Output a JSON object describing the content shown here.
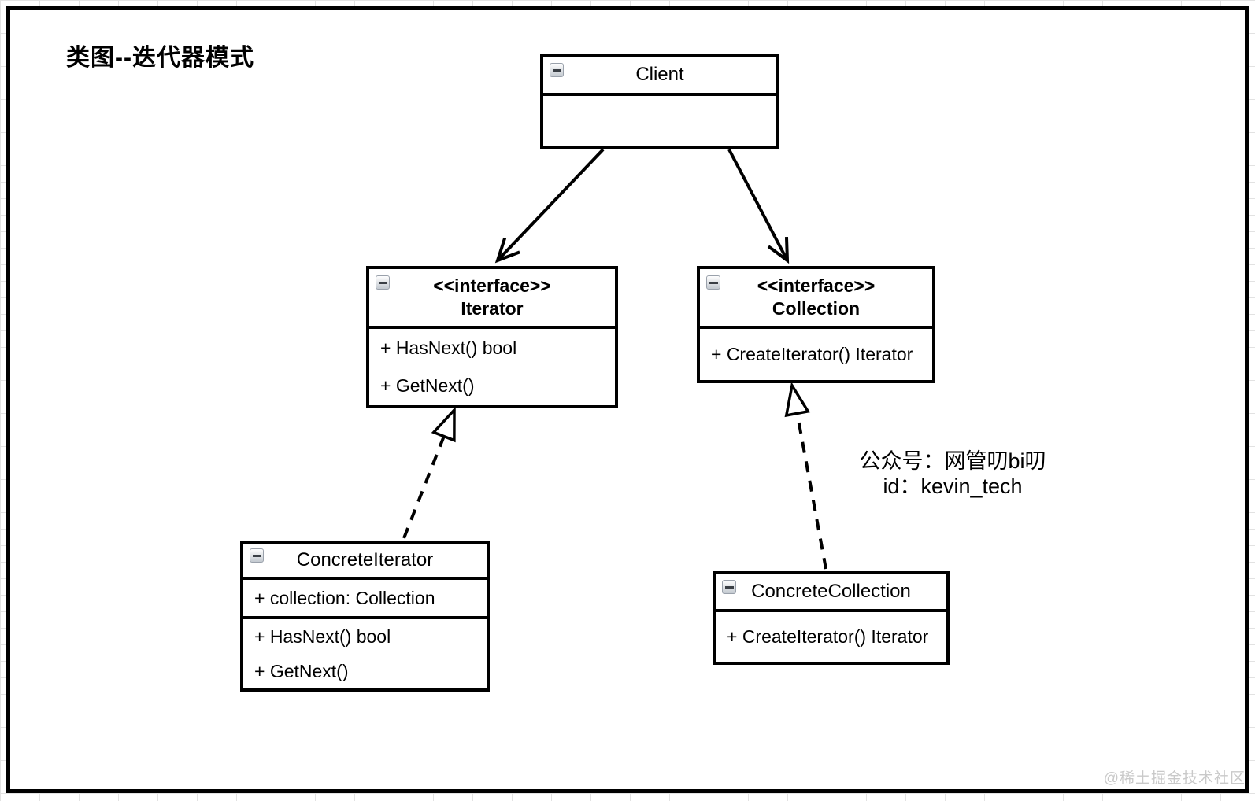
{
  "page": {
    "title": "类图--迭代器模式",
    "watermark": "@稀土掘金技术社区"
  },
  "classes": {
    "client": {
      "name": "Client"
    },
    "iterator": {
      "stereotype": "<<interface>>",
      "name": "Iterator",
      "methods": [
        "+ HasNext() bool",
        "+ GetNext()"
      ]
    },
    "collection": {
      "stereotype": "<<interface>>",
      "name": "Collection",
      "methods": [
        "+ CreateIterator() Iterator"
      ]
    },
    "concreteIterator": {
      "name": "ConcreteIterator",
      "attributes": [
        "+ collection: Collection"
      ],
      "methods": [
        "+ HasNext() bool",
        "+ GetNext()"
      ]
    },
    "concreteCollection": {
      "name": "ConcreteCollection",
      "methods": [
        "+ CreateIterator() Iterator"
      ]
    }
  },
  "relations": {
    "client_to_iterator": "directed association (solid open arrow)",
    "client_to_collection": "directed association (solid open arrow)",
    "concreteIterator_realizes_iterator": "realization (dashed, hollow triangle)",
    "concreteCollection_realizes_collection": "realization (dashed, hollow triangle)"
  },
  "annotation": {
    "line1": "公众号：网管叨bi叨",
    "line2": "id：kevin_tech"
  },
  "colors": {
    "stroke": "#000000",
    "background": "#ffffff",
    "watermark": "#c9c9c9",
    "grid": "#e2e2e2"
  }
}
